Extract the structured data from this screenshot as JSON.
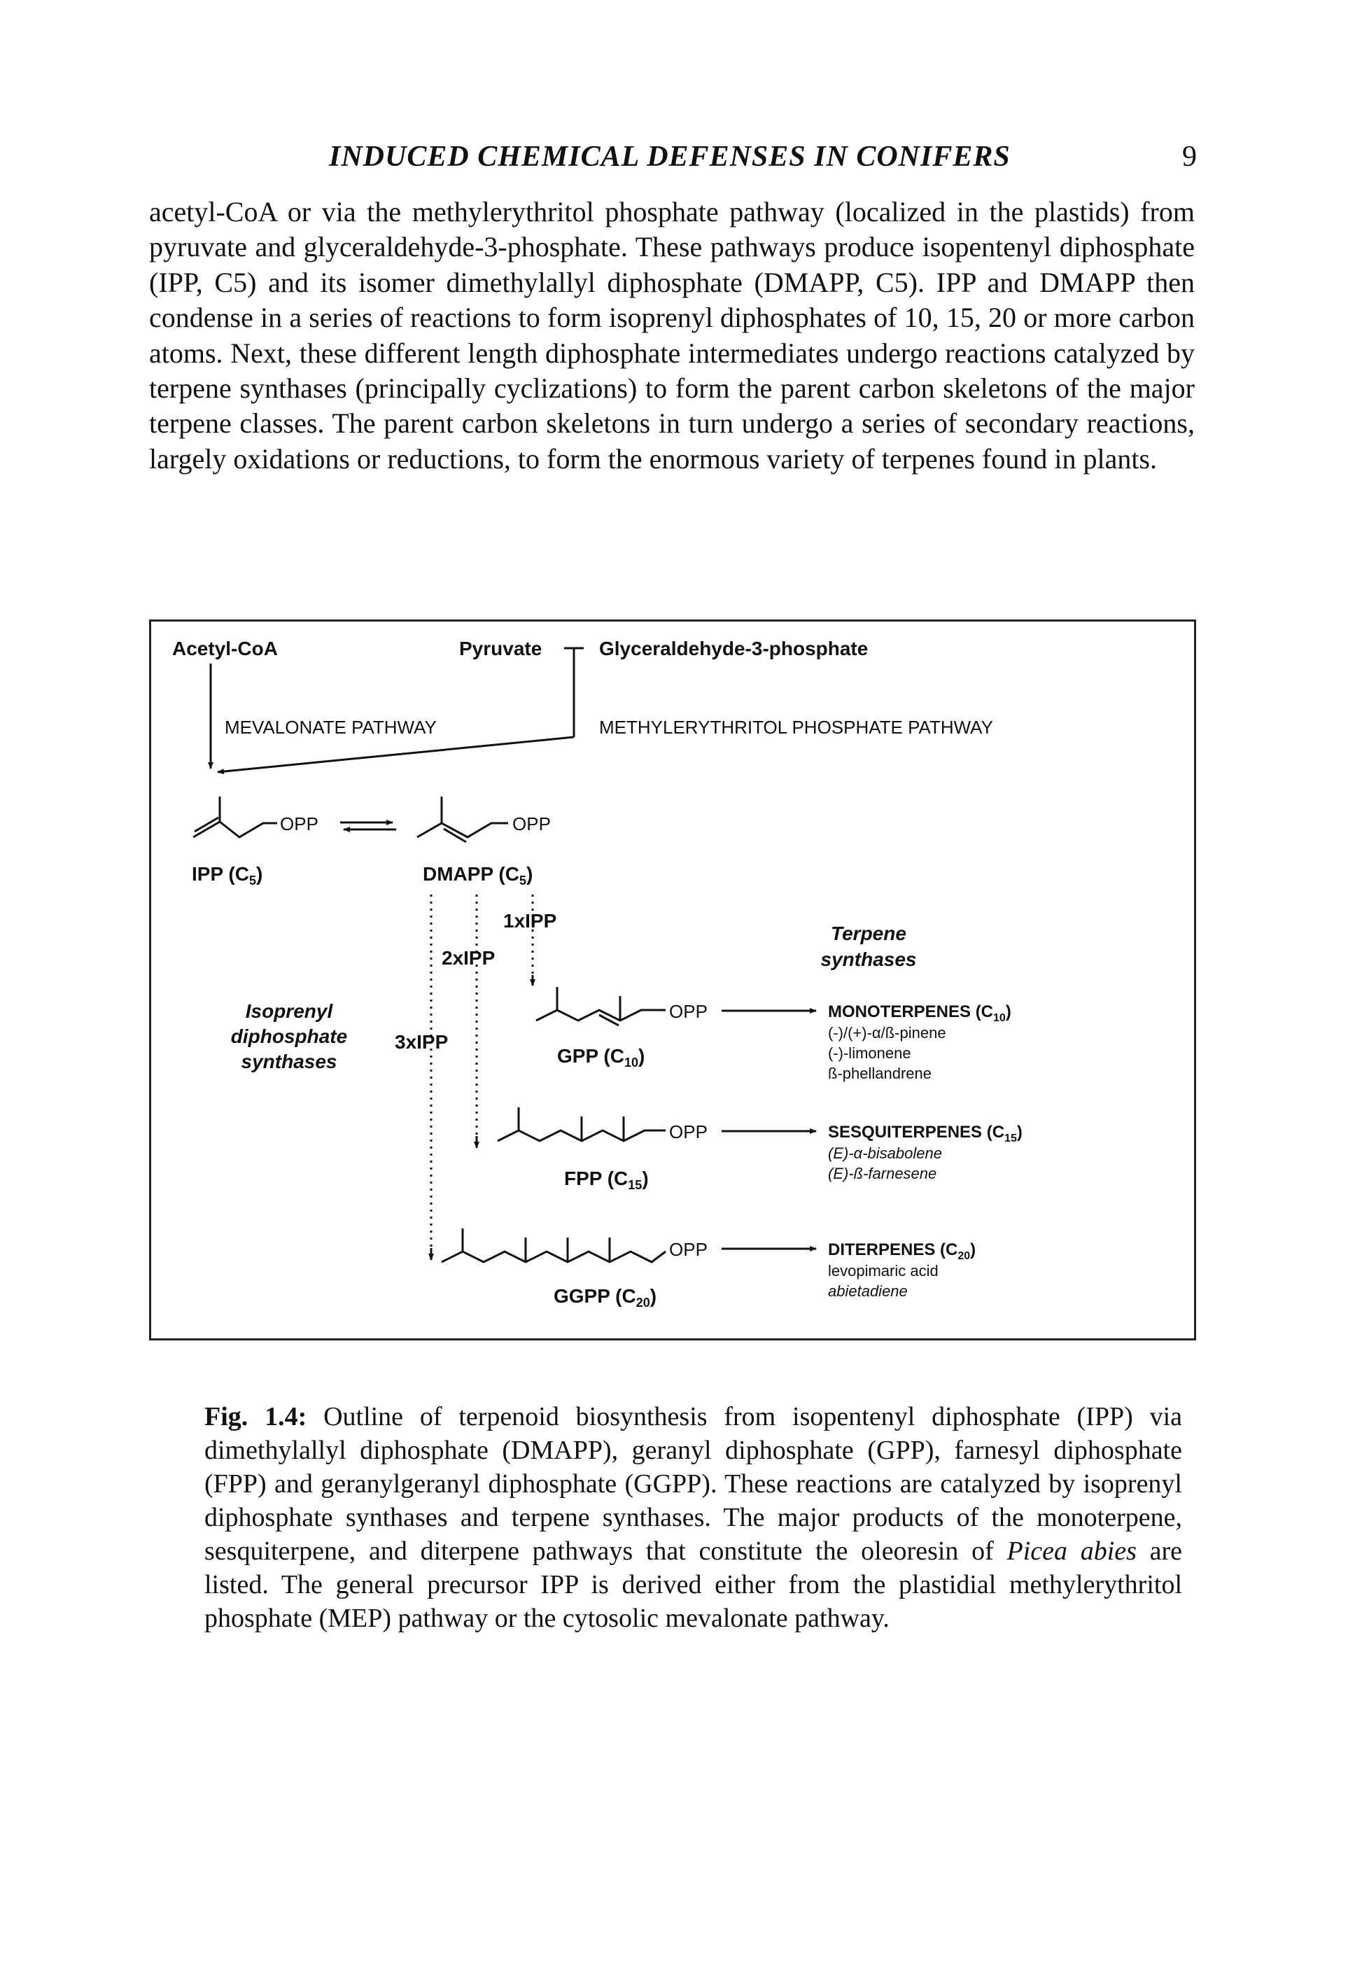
{
  "header": {
    "running_title": "INDUCED CHEMICAL DEFENSES IN CONIFERS",
    "page_number": "9"
  },
  "body_text": "acetyl-CoA or via the methylerythritol phosphate pathway (localized in the plastids) from pyruvate and glyceraldehyde-3-phosphate. These pathways produce isopentenyl diphosphate (IPP, C5) and its isomer dimethylallyl diphosphate (DMAPP, C5). IPP and DMAPP then condense in a series of reactions to form isoprenyl diphosphates of 10, 15, 20 or more carbon atoms. Next, these different length diphosphate intermediates undergo reactions catalyzed by terpene synthases (principally cyclizations) to form the parent carbon skeletons of the major terpene classes. The parent carbon skeletons in turn undergo a series of secondary reactions, largely oxidations or reductions, to form the enormous variety of terpenes found in plants.",
  "figure": {
    "sources": {
      "acetyl_coa": "Acetyl-CoA",
      "pyruvate": "Pyruvate",
      "g3p": "Glyceraldehyde-3-phosphate"
    },
    "pathways": {
      "mevalonate": "MEVALONATE PATHWAY",
      "mep": "METHYLERYTHRITOL PHOSPHATE PATHWAY"
    },
    "opp": "OPP",
    "ipp": {
      "label": "IPP (C",
      "sub": "5",
      "close": ")"
    },
    "dmapp": {
      "label": "DMAPP (C",
      "sub": "5",
      "close": ")"
    },
    "gpp": {
      "label": "GPP (C",
      "sub": "10",
      "close": ")"
    },
    "fpp": {
      "label": "FPP (C",
      "sub": "15",
      "close": ")"
    },
    "ggpp": {
      "label": "GGPP (C",
      "sub": "20",
      "close": ")"
    },
    "additions": {
      "one": "1xIPP",
      "two": "2xIPP",
      "three": "3xIPP"
    },
    "isoprenyl_synthases": [
      "Isoprenyl",
      "diphosphate",
      "synthases"
    ],
    "terpene_synthases": [
      "Terpene",
      "synthases"
    ],
    "products": {
      "mono": {
        "title": "MONOTERPENES (C",
        "sub": "10",
        "close": ")",
        "items": [
          "(-)/(+)-α/ß-pinene",
          "(-)-limonene",
          "ß-phellandrene"
        ]
      },
      "sesqui": {
        "title": "SESQUITERPENES (C",
        "sub": "15",
        "close": ")",
        "items": [
          "(E)-α-bisabolene",
          "(E)-ß-farnesene"
        ]
      },
      "di": {
        "title": "DITERPENES (C",
        "sub": "20",
        "close": ")",
        "items": [
          "levopimaric acid",
          "abietadiene"
        ]
      }
    }
  },
  "caption": {
    "label": "Fig. 1.4:",
    "text_before_italic": " Outline of terpenoid biosynthesis from isopentenyl diphosphate (IPP) via dimethylallyl diphosphate (DMAPP), geranyl diphosphate (GPP), farnesyl diphosphate (FPP) and geranylgeranyl diphosphate (GGPP). These reactions are catalyzed by isoprenyl diphosphate synthases and terpene synthases. The major products of the monoterpene, sesquiterpene, and diterpene pathways that constitute the oleoresin of ",
    "italic": "Picea abies",
    "text_after_italic": " are listed. The general precursor IPP is derived either from the plastidial methylerythritol phosphate (MEP) pathway or the cytosolic mevalonate pathway."
  }
}
